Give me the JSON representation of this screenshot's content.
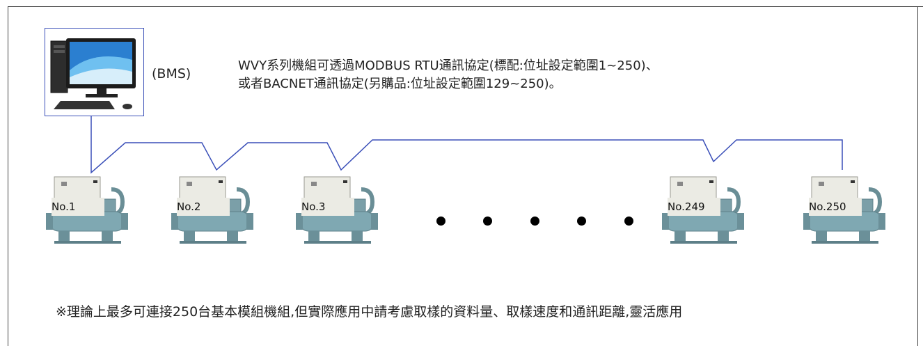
{
  "bms_label": "(BMS)",
  "description": {
    "line1": "WVY系列機組可透過MODBUS RTU通訊協定(標配:位址設定範圍1~250)、",
    "line2": "或者BACNET通訊協定(另購品:位址設定範圍129~250)。"
  },
  "units": [
    "No.1",
    "No.2",
    "No.3",
    "No.249",
    "No.250"
  ],
  "note": "※理論上最多可連接250台基本模組機組,但實際應用中請考慮取樣的資料量、取樣速度和通訊距離,靈活應用",
  "colors": {
    "wire": "#3a4fb8",
    "chiller_body": "#7fa8b2",
    "control_box": "#ebebe4"
  }
}
